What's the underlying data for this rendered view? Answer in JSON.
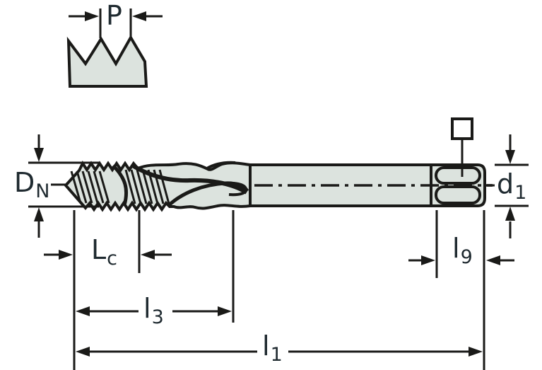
{
  "drawing": {
    "description": "Technical dimension drawing of a spiral-flute machine tap with thread pitch detail",
    "colors": {
      "line": "#1a1a18",
      "label_text": "#1f2a30",
      "tool_fill": "#dce3de",
      "background": "#ffffff"
    },
    "labels": {
      "p": {
        "main": "P",
        "sub": ""
      },
      "dn": {
        "main": "D",
        "sub": "N"
      },
      "d1": {
        "main": "d",
        "sub": "1"
      },
      "lc": {
        "main": "L",
        "sub": "c"
      },
      "l3": {
        "main": "l",
        "sub": "3"
      },
      "l1": {
        "main": "l",
        "sub": "1"
      },
      "l9": {
        "main": "l",
        "sub": "9"
      }
    }
  }
}
